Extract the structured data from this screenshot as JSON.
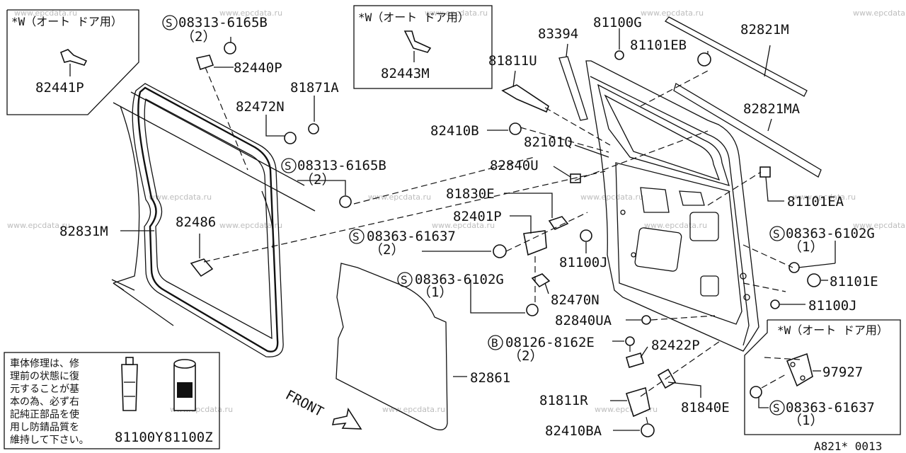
{
  "watermark": "www.epcdata.ru",
  "diagram_code": "A821* 0013",
  "auto_door_note": "*W（オート ドア用）",
  "front_label": "FRONT",
  "note_lines": [
    "車体修理は、修",
    "理前の状態に復",
    "元することが基",
    "本の為、必ず右",
    "記純正部品を使",
    "用し防錆品質を",
    "維持して下さい。"
  ],
  "parts": {
    "p82441P": "82441P",
    "p82443M": "82443M",
    "p08313_a": "08313-6165B",
    "p08313_a_qty": "（2）",
    "p82440P": "82440P",
    "p81871A": "81871A",
    "p82472N": "82472N",
    "p08313_b": "08313-6165B",
    "p08313_b_qty": "（2）",
    "p82831M": "82831M",
    "p82486": "82486",
    "p83394": "83394",
    "p81100G": "81100G",
    "p81101EB": "81101EB",
    "p82821M": "82821M",
    "p81811U": "81811U",
    "p82821MA": "82821MA",
    "p82410B": "82410B",
    "p82101Q": "82101Q",
    "p82840U": "82840U",
    "p81101EA": "81101EA",
    "p81830E": "81830E",
    "p82401P": "82401P",
    "p08363_61637": "08363-61637",
    "p08363_61637_qty": "（2）",
    "p08363_6102G_r": "08363-6102G",
    "p08363_6102G_r_qty": "（1）",
    "p81100J_a": "81100J",
    "p81101E": "81101E",
    "p08363_6102G_l": "08363-6102G",
    "p08363_6102G_l_qty": "（1）",
    "p82470N": "82470N",
    "p81100J_b": "81100J",
    "p82840UA": "82840UA",
    "p08126": "08126-8162E",
    "p08126_qty": "（2）",
    "p82422P": "82422P",
    "p82861": "82861",
    "p97927": "97927",
    "p81811R": "81811R",
    "p81840E": "81840E",
    "p08363_61637_b": "08363-61637",
    "p08363_61637_b_qty": "（1）",
    "p82410BA": "82410BA",
    "p81100Y": "81100Y",
    "p81100Z": "81100Z"
  }
}
